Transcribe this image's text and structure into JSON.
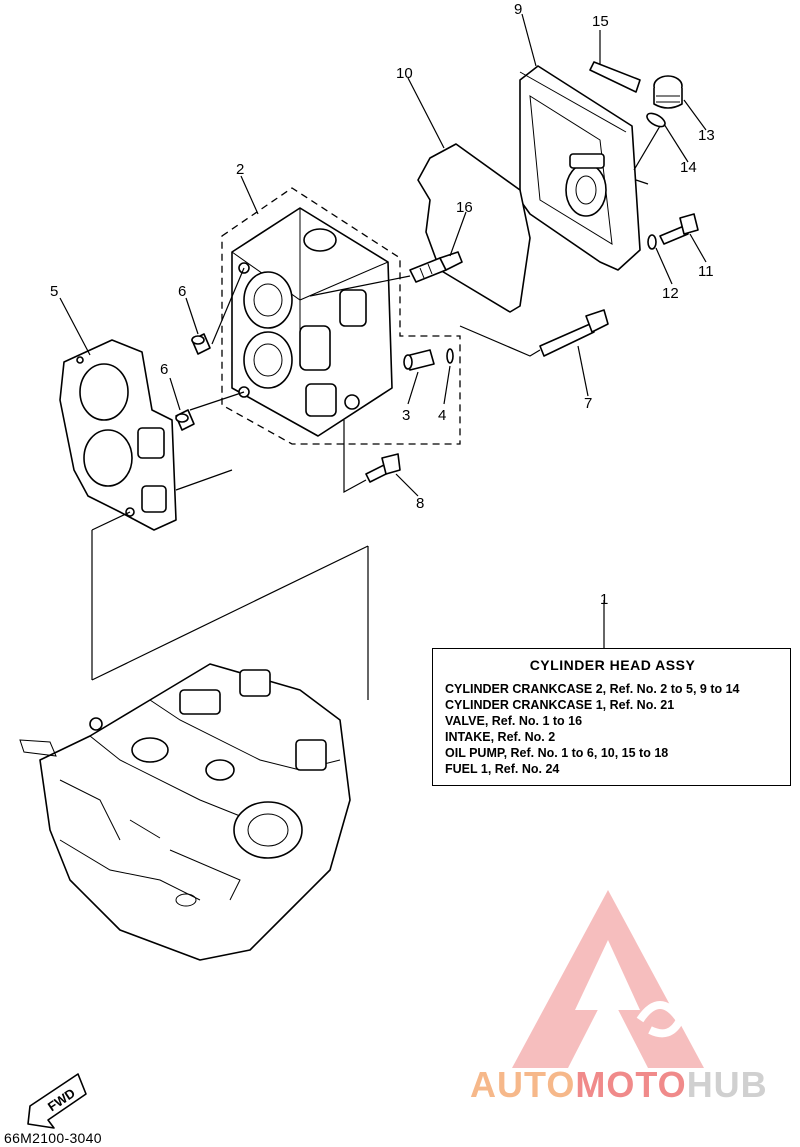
{
  "callouts": [
    "1",
    "2",
    "3",
    "4",
    "5",
    "6",
    "6",
    "7",
    "8",
    "9",
    "10",
    "11",
    "12",
    "13",
    "14",
    "15",
    "16"
  ],
  "info_box": {
    "title": "CYLINDER  HEAD ASSY",
    "rows": [
      "CYLINDER CRANKCASE 2, Ref. No. 2 to 5, 9 to 14",
      "CYLINDER CRANKCASE 1, Ref. No. 21",
      "VALVE,        Ref. No. 1 to 16",
      "INTAKE,       Ref. No. 2",
      "OIL PUMP, Ref. No. 1 to 6, 10, 15 to 18",
      "FUEL 1,       Ref. No. 24"
    ]
  },
  "fwd_label": "FWD",
  "part_code": "66M2100-3040",
  "watermark": {
    "part1": "AUTO",
    "part2": "MOTO",
    "part3": "HUB"
  },
  "colors": {
    "watermark_red": "#f08a8a",
    "watermark_orange": "#f6b88a",
    "watermark_grey": "#d0d0d0"
  }
}
